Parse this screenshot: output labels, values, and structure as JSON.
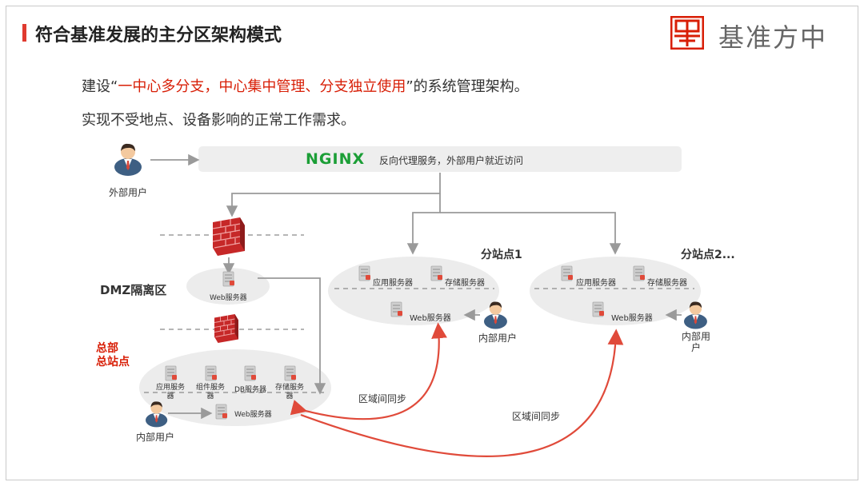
{
  "header": {
    "title": "符合基准发展的主分区架构模式",
    "logo_text": "基准方中",
    "accent_color": "#e03a2f"
  },
  "intro": {
    "prefix": "建设“",
    "highlight": "一中心多分支，中心集中管理、分支独立使用",
    "suffix": "”的系统管理架构。",
    "line2": "实现不受地点、设备影响的正常工作需求。",
    "highlight_color": "#d81e06"
  },
  "diagram": {
    "external_user_label": "外部用户",
    "nginx_logo": "NGINX",
    "nginx_desc": "反向代理服务，外部用户就近访问",
    "dmz_label": "DMZ隔离区",
    "dmz_web_server": "Web服务器",
    "hq_label_line1": "总部",
    "hq_label_line2": "总站点",
    "hq_servers": [
      "应用服务器",
      "组件服务器",
      "DB服务器",
      "存储服务器"
    ],
    "hq_web_server": "Web服务器",
    "hq_internal_user": "内部用户",
    "branch1": {
      "title": "分站点1",
      "app_server": "应用服务器",
      "storage_server": "存储服务器",
      "web_server": "Web服务器",
      "internal_user": "内部用户"
    },
    "branch2": {
      "title": "分站点2...",
      "app_server": "应用服务器",
      "storage_server": "存储服务器",
      "web_server": "Web服务器",
      "internal_user": "内部用户"
    },
    "sync_label_1": "区域间同步",
    "sync_label_2": "区域间同步",
    "sync_color": "#e04a3a",
    "flow_color": "#9a9a9a"
  }
}
